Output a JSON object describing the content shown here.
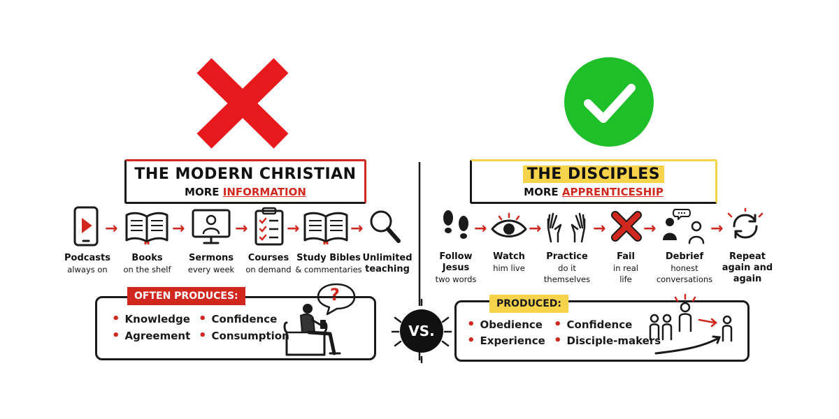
{
  "left": {
    "title": "THE MODERN CHRISTIAN",
    "subtitle_prefix": "MORE ",
    "subtitle_accent": "INFORMATION",
    "steps": [
      {
        "l1": "Podcasts",
        "l2": "always on"
      },
      {
        "l1": "Books",
        "l2": "on the shelf"
      },
      {
        "l1": "Sermons",
        "l2": "every week"
      },
      {
        "l1": "Courses",
        "l2": "on demand"
      },
      {
        "l1": "Study Bibles",
        "l2": "& commentaries"
      },
      {
        "l1": "Unlimited",
        "l2": "teaching"
      }
    ],
    "outcome_banner": "OFTEN PRODUCES:",
    "outcomes": [
      "Knowledge",
      "Agreement",
      "Confidence",
      "Consumption"
    ],
    "question_mark": "?"
  },
  "right": {
    "title": "THE DISCIPLES",
    "subtitle_prefix": "MORE ",
    "subtitle_accent": "APPRENTICESHIP",
    "steps": [
      {
        "l1": "Follow",
        "l2": "Jesus",
        "l3": "two words"
      },
      {
        "l1": "Watch",
        "l2": "him live",
        "l3": ""
      },
      {
        "l1": "Practice",
        "l2": "do it",
        "l3": "themselves"
      },
      {
        "l1": "Fail",
        "l2": "in real",
        "l3": "life"
      },
      {
        "l1": "Debrief",
        "l2": "honest",
        "l3": "conversations"
      },
      {
        "l1": "Repeat",
        "l2": "again and",
        "l3": "again"
      }
    ],
    "outcome_banner": "PRODUCED:",
    "outcomes": [
      "Obedience",
      "Experience",
      "Confidence",
      "Disciple-makers"
    ]
  },
  "vs_label": "VS.",
  "colors": {
    "accent_red": "#d0281f",
    "cross_red": "#e8191c",
    "check_green": "#1fbf2a",
    "highlight_yellow": "#f6d34a",
    "ink": "#1a1a1a"
  },
  "icons": {
    "left_verdict": "red-x-icon",
    "right_verdict": "green-check-icon",
    "left_steps": [
      "phone-play-icon",
      "open-book-icon",
      "monitor-person-icon",
      "checklist-icon",
      "bible-book-icon",
      "magnifier-icon"
    ],
    "right_steps": [
      "footprints-icon",
      "eye-icon",
      "hands-icon",
      "red-x-icon",
      "people-chat-icon",
      "repeat-cycle-icon"
    ]
  }
}
